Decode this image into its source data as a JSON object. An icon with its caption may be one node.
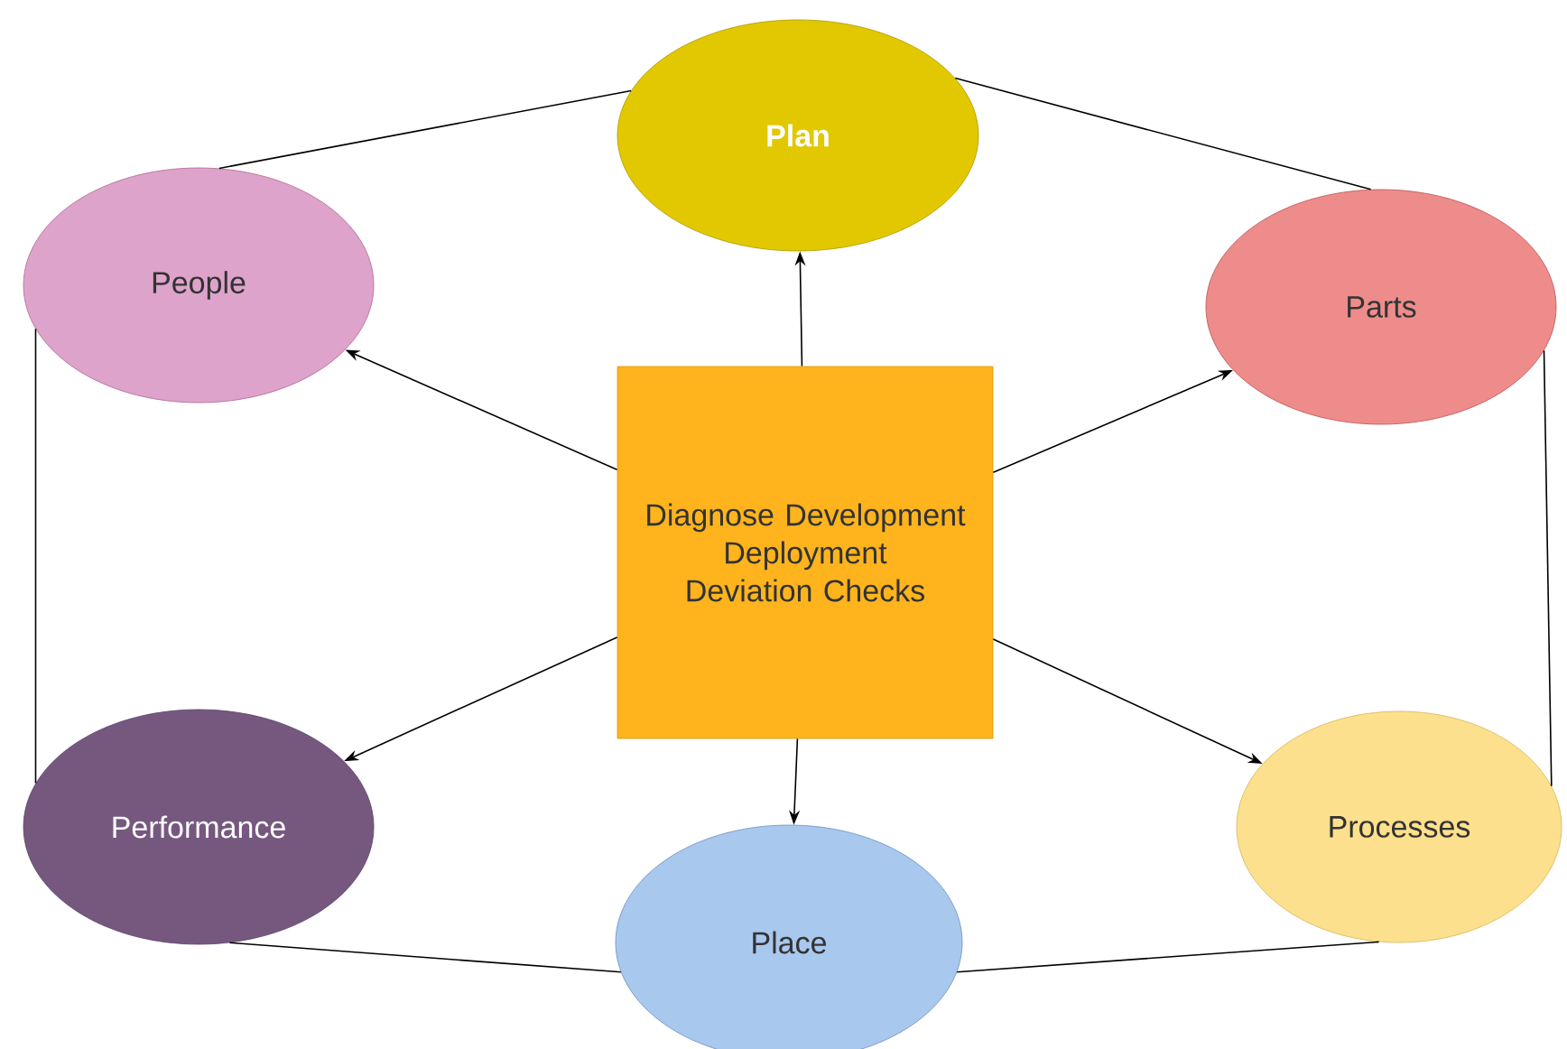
{
  "diagram": {
    "nodes": [
      {
        "text": [
          "Diagnose Development Deployment Deviation Checks"
        ]
      },
      {
        "text": [
          "Plan"
        ]
      },
      {
        "text": [
          "People"
        ]
      },
      {
        "text": [
          "Parts"
        ]
      },
      {
        "text": [
          "Performance"
        ]
      },
      {
        "text": [
          "Processes"
        ]
      },
      {
        "text": [
          "Place"
        ]
      }
    ],
    "edges": [
      {
        "from": 0,
        "to": 1,
        "arrow": "to"
      },
      {
        "from": 0,
        "to": 2,
        "arrow": "to"
      },
      {
        "from": 0,
        "to": 3,
        "arrow": "to"
      },
      {
        "from": 0,
        "to": 4,
        "arrow": "to"
      },
      {
        "from": 0,
        "to": 5,
        "arrow": "to"
      },
      {
        "from": 0,
        "to": 6,
        "arrow": "to"
      },
      {
        "from": 2,
        "to": 1,
        "arrow": "none"
      },
      {
        "from": 1,
        "to": 3,
        "arrow": "none"
      },
      {
        "from": 2,
        "to": 4,
        "arrow": "none"
      },
      {
        "from": 3,
        "to": 5,
        "arrow": "none"
      },
      {
        "from": 4,
        "to": 6,
        "arrow": "none"
      },
      {
        "from": 6,
        "to": 5,
        "arrow": "none"
      }
    ]
  }
}
